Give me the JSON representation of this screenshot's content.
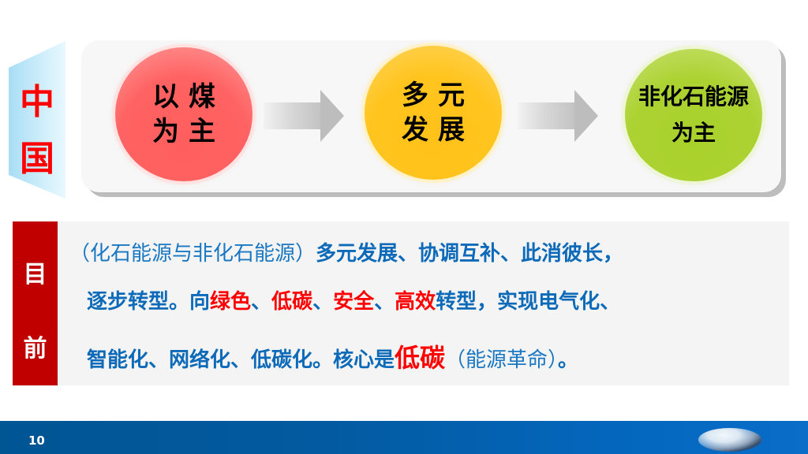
{
  "slide": {
    "page_number": "10",
    "colors": {
      "footer_bar": "#005593",
      "label_red": "#c00000",
      "body_blue": "#0c6ab8",
      "highlight_red": "#ff0000",
      "circle_red": "#ff6262",
      "circle_yellow": "#ffc41e",
      "circle_green": "#acd232"
    }
  },
  "china_panel": {
    "chars": [
      "中",
      "国"
    ]
  },
  "process": {
    "stages": [
      {
        "lines": [
          "以煤",
          "为主"
        ],
        "color": "#ff6262"
      },
      {
        "lines": [
          "多元",
          "发展"
        ],
        "color": "#ffc41e"
      },
      {
        "lines": [
          "非化石能源",
          "为主"
        ],
        "color": "#acd232"
      }
    ],
    "arrows": [
      "arrow-right",
      "arrow-right"
    ]
  },
  "current": {
    "label_chars": [
      "目",
      "前"
    ],
    "line1": {
      "light": "（化石能源与非化石能源）",
      "bold": "多元发展、协调互补、此消彼长，"
    },
    "line2": {
      "seg1": "逐步转型。向",
      "red1": "绿色",
      "sep1": "、",
      "red2": "低碳",
      "sep2": "、",
      "red3": "安全",
      "sep3": "、",
      "red4": "高效",
      "seg2": "转型，实现电气化、"
    },
    "line3": {
      "seg1": "智能化、网络化、低碳化。核心是",
      "red_big": "低碳",
      "light": "（能源革命）",
      "end": "。"
    }
  },
  "footer": {
    "image": "solar-panels-clouds-image"
  }
}
